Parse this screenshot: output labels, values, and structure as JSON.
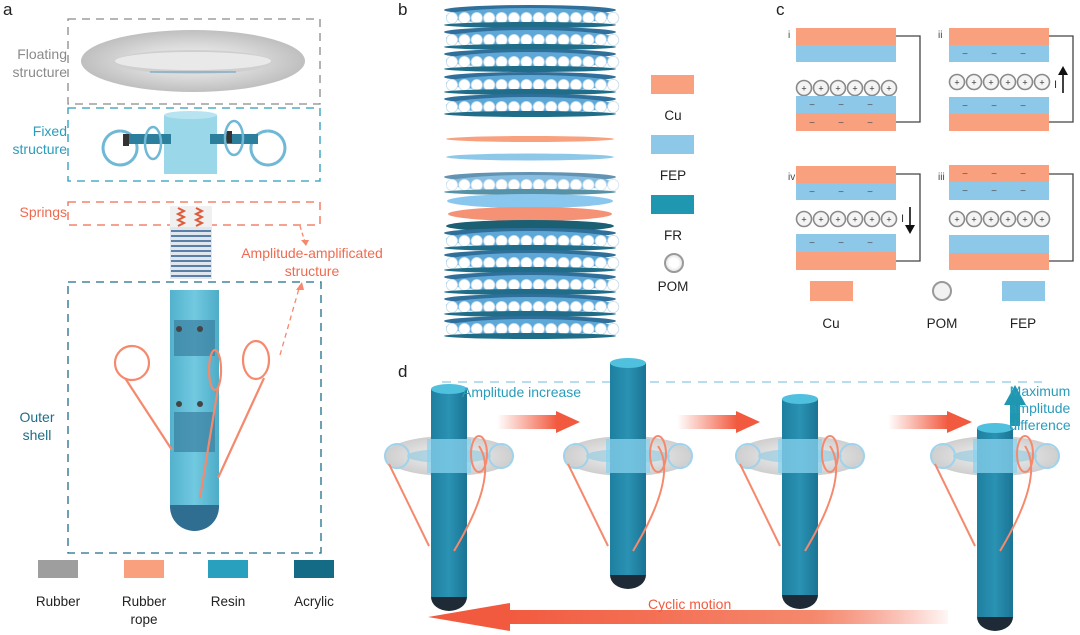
{
  "panels": {
    "a": {
      "letter": "a",
      "labels": {
        "floating": [
          "Floating",
          "structure"
        ],
        "fixed": [
          "Fixed",
          "structure"
        ],
        "springs": "Springs",
        "amplitude": [
          "Amplitude-amplificated",
          "structure"
        ],
        "outer": [
          "Outer",
          "shell"
        ]
      },
      "legend": [
        {
          "name": "Rubber",
          "line2": "",
          "color": "#9e9e9e"
        },
        {
          "name": "Rubber",
          "line2": "rope",
          "color": "#f9a07e"
        },
        {
          "name": "Resin",
          "line2": "",
          "color": "#2aa0bf"
        },
        {
          "name": "Acrylic",
          "line2": "",
          "color": "#136b85"
        }
      ],
      "colors": {
        "floating": "#8a8a8a",
        "fixed": "#2a9cbb",
        "springs": "#f06a50",
        "outer": "#1f6d89"
      }
    },
    "b": {
      "letter": "b",
      "legend": [
        {
          "name": "Cu",
          "color": "#f9a07e",
          "shape": "rect"
        },
        {
          "name": "FEP",
          "color": "#8dc8e8",
          "shape": "rect"
        },
        {
          "name": "FR",
          "color": "#1f97b0",
          "shape": "rect"
        },
        {
          "name": "POM",
          "color": "#d9d9d9",
          "shape": "circle"
        }
      ]
    },
    "c": {
      "letter": "c",
      "states": [
        {
          "id": "i",
          "current": ""
        },
        {
          "id": "ii",
          "current": "I"
        },
        {
          "id": "iv",
          "current": "I"
        },
        {
          "id": "iii",
          "current": ""
        }
      ],
      "legend": [
        {
          "name": "Cu",
          "color": "#f9a07e",
          "shape": "rect"
        },
        {
          "name": "POM",
          "color": "#d9d9d9",
          "shape": "circle"
        },
        {
          "name": "FEP",
          "color": "#8dc8e8",
          "shape": "rect"
        }
      ],
      "symbols": {
        "plus": "+",
        "minus": "−"
      }
    },
    "d": {
      "letter": "d",
      "amplitude_increase": "Amplitude increase",
      "max_amp": [
        "Maximum",
        "amplitude",
        "difference"
      ],
      "cyclic_motion": "Cyclic motion",
      "colors": {
        "accent": "#2a9cbb",
        "arrow": "#f25a3f"
      }
    }
  }
}
